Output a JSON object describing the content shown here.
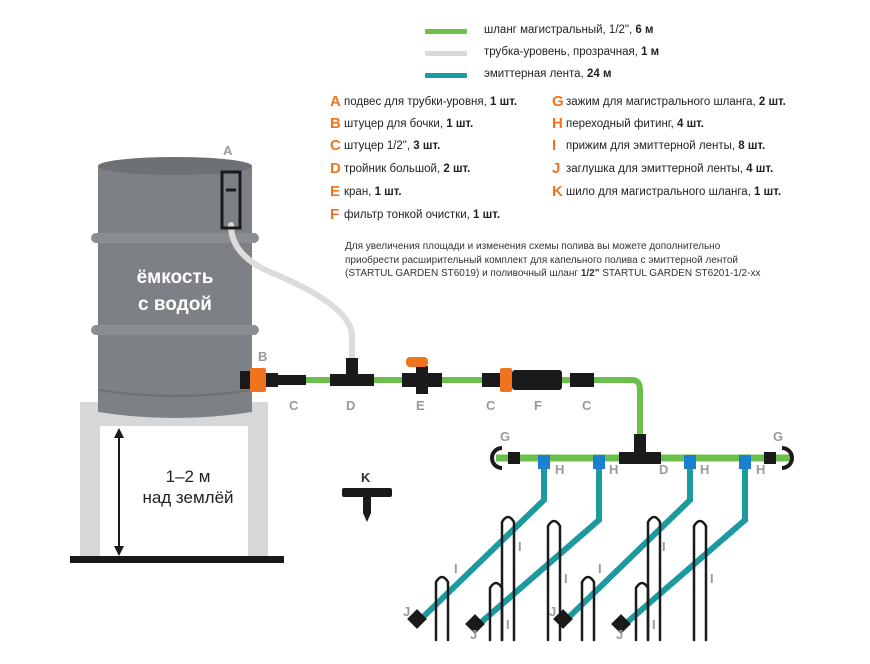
{
  "legend": [
    {
      "text": "шланг магистральный, 1/2\", ",
      "bold": "6 м",
      "color": "#6cbf4b"
    },
    {
      "text": "трубка-уровень, прозрачная, ",
      "bold": "1 м",
      "color": "#d9d9d9"
    },
    {
      "text": "эмиттерная лента, ",
      "bold": "24 м",
      "color": "#1c9aa0"
    }
  ],
  "parts_left": [
    {
      "letter": "A",
      "text": "подвес для трубки-уровня, ",
      "qty": "1 шт."
    },
    {
      "letter": "B",
      "text": "штуцер для бочки, ",
      "qty": "1 шт."
    },
    {
      "letter": "C",
      "text": "штуцер 1/2\", ",
      "qty": "3 шт."
    },
    {
      "letter": "D",
      "text": "тройник большой, ",
      "qty": "2 шт."
    },
    {
      "letter": "E",
      "text": "кран, ",
      "qty": "1 шт."
    },
    {
      "letter": "F",
      "text": "фильтр тонкой очистки, ",
      "qty": "1 шт."
    }
  ],
  "parts_right": [
    {
      "letter": "G",
      "text": "зажим для магистрального шланга, ",
      "qty": "2 шт."
    },
    {
      "letter": "H",
      "text": "переходный фитинг, ",
      "qty": "4 шт."
    },
    {
      "letter": "I",
      "text": "прижим для эмиттерной ленты, ",
      "qty": "8 шт."
    },
    {
      "letter": "J",
      "text": "заглушка для эмиттерной ленты, ",
      "qty": "4 шт."
    },
    {
      "letter": "K",
      "text": "шило для магистрального шланга, ",
      "qty": "1 шт."
    }
  ],
  "note": {
    "line1": "Для увеличения площади и изменения схемы полива вы можете дополнительно",
    "line2": "приобрести расширительный комплект для капельного полива с эмиттерной лентой",
    "line3a": "(STARTUL GARDEN ST6019) и поливочный шланг ",
    "line3b": "1/2\"",
    "line3c": " STARTUL GARDEN ST6201-1/2-хх"
  },
  "tank": {
    "line1": "ёмкость",
    "line2": "с водой"
  },
  "stand": {
    "line1": "1–2 м",
    "line2": "над землёй"
  },
  "labels": {
    "A": "A",
    "B": "B",
    "C": "C",
    "D": "D",
    "E": "E",
    "F": "F",
    "G": "G",
    "H": "H",
    "I": "I",
    "J": "J",
    "K": "K"
  },
  "colors": {
    "main_hose": "#6cbf4b",
    "level_tube": "#d9d9d9",
    "emitter_tape": "#1c9aa0",
    "tank": "#7d8084",
    "stand": "#d6d7d9",
    "accent": "#f0731e",
    "fitting": "#1a1a1a",
    "adapter": "#1b7fd0"
  }
}
